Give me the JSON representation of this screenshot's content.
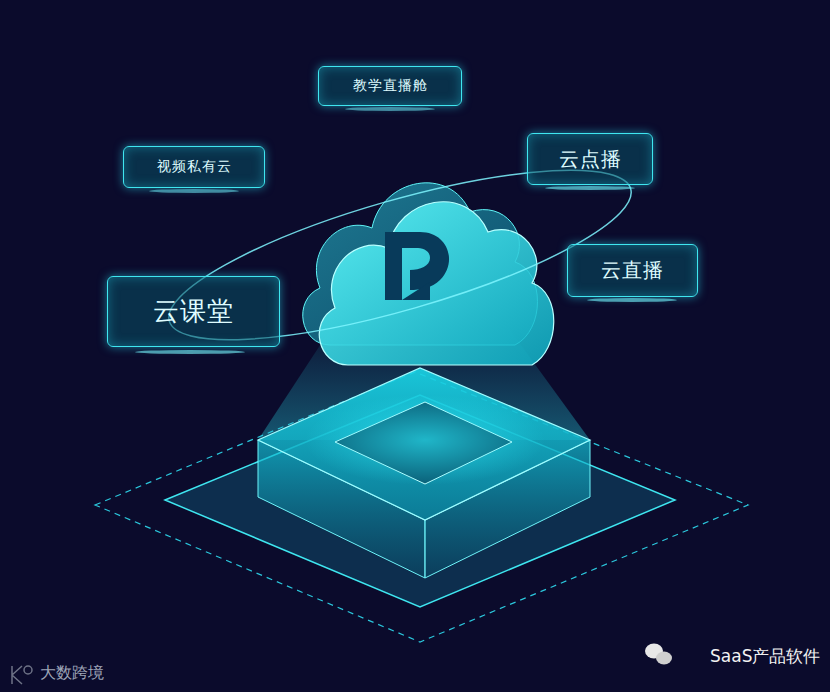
{
  "diagram": {
    "nodes": [
      {
        "text": [
          "教学直播舱"
        ]
      },
      {
        "text": [
          "视频私有云"
        ]
      },
      {
        "text": [
          "云点播"
        ]
      },
      {
        "text": [
          "云直播"
        ]
      },
      {
        "text": [
          "云课堂"
        ]
      }
    ],
    "labels": [
      "大数跨境",
      "SaaS产品软件"
    ]
  }
}
